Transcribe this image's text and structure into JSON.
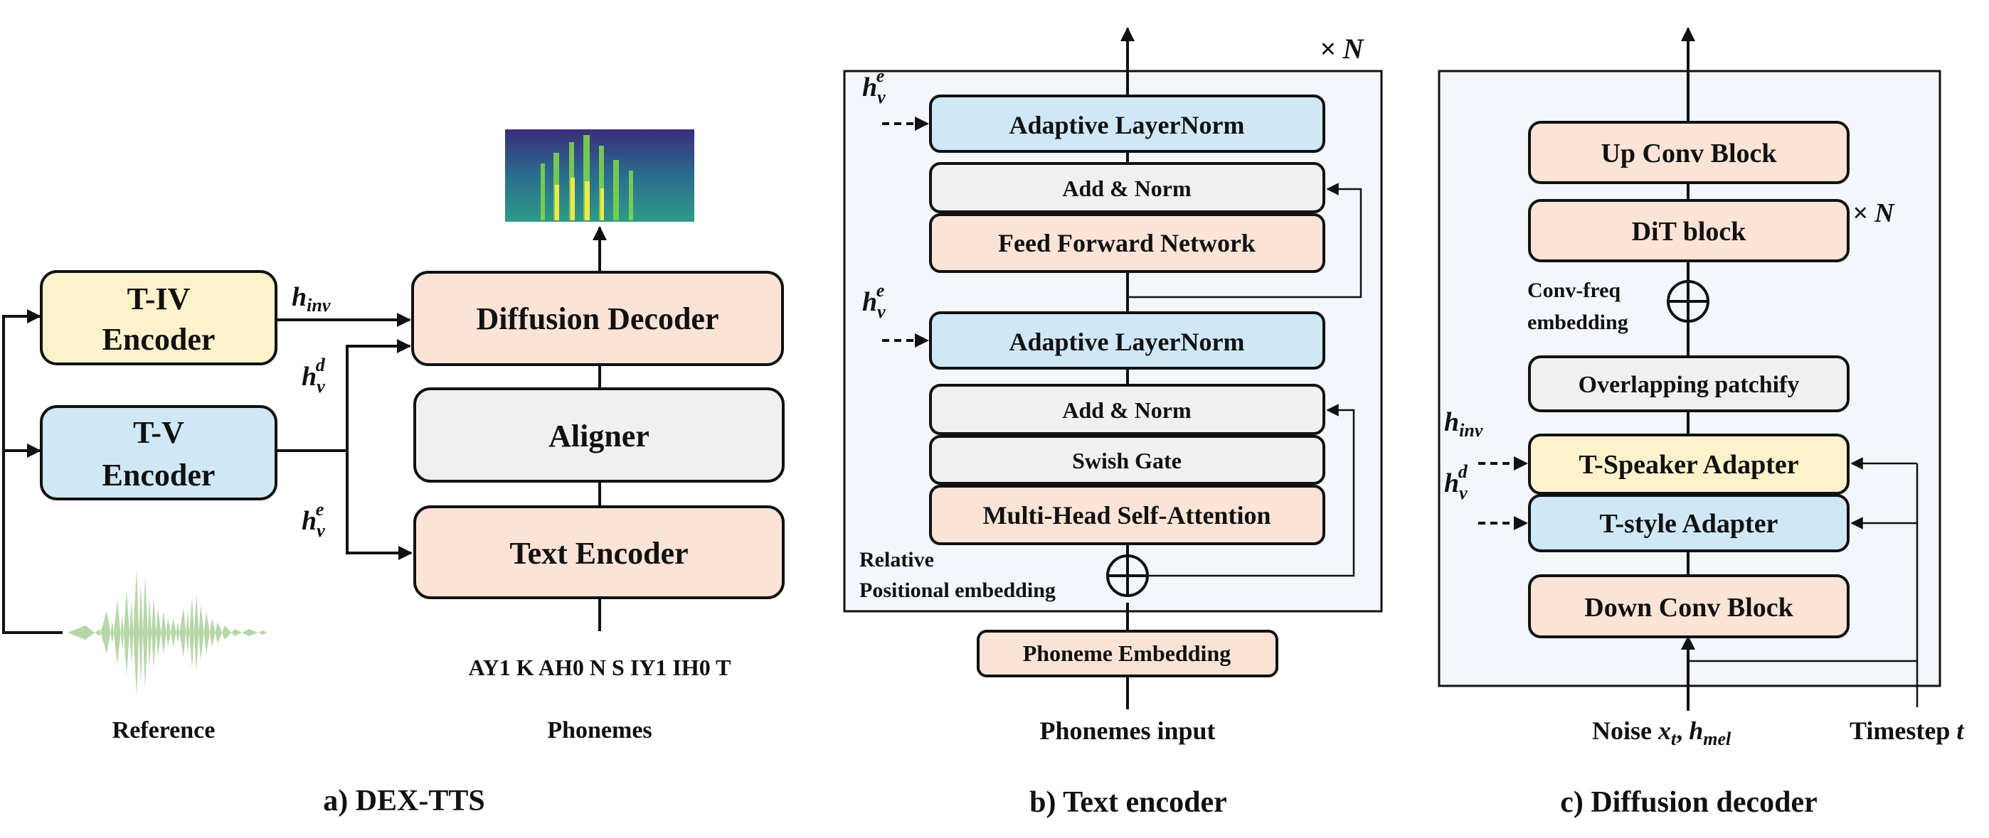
{
  "colors": {
    "peach": "#fbe3d6",
    "yellow": "#fdf2cc",
    "blue": "#cfe8f7",
    "gray": "#f0f0f0",
    "panel": "#f3f6fa",
    "waveform": "#b6d7a8"
  },
  "panel_a": {
    "caption": "a) DEX-TTS",
    "tiv_encoder": [
      "T-IV",
      "Encoder"
    ],
    "tv_encoder": [
      "T-V",
      "Encoder"
    ],
    "diffusion_decoder": "Diffusion Decoder",
    "aligner": "Aligner",
    "text_encoder": "Text Encoder",
    "phoneme_sequence": "AY1 K AH0 N S IY1 IH0 T",
    "reference_label": "Reference",
    "phonemes_label": "Phonemes",
    "h_inv": {
      "base": "h",
      "sub": "inv"
    },
    "h_v_d": {
      "base": "h",
      "sub": "v",
      "sup": "d"
    },
    "h_v_e": {
      "base": "h",
      "sub": "v",
      "sup": "e"
    },
    "spectrogram_icon": "mel-spectrogram-image",
    "waveform_icon": "audio-waveform-image"
  },
  "panel_b": {
    "caption": "b) Text encoder",
    "repeat_label": "× N",
    "adaptive_layernorm_top": "Adaptive LayerNorm",
    "add_norm_top": "Add & Norm",
    "ffn": "Feed Forward Network",
    "adaptive_layernorm_bottom": "Adaptive LayerNorm",
    "add_norm_bottom": "Add & Norm",
    "swish_gate": "Swish Gate",
    "mhsa": "Multi-Head Self-Attention",
    "relpos_line1": "Relative",
    "relpos_line2": "Positional embedding",
    "phoneme_embedding": "Phoneme Embedding",
    "input_label": "Phonemes input",
    "h_v_e": {
      "base": "h",
      "sub": "v",
      "sup": "e"
    }
  },
  "panel_c": {
    "caption": "c) Diffusion decoder",
    "up_conv": "Up Conv Block",
    "dit_block": "DiT block",
    "repeat_label": "× N",
    "conv_freq_line1": "Conv-freq",
    "conv_freq_line2": "embedding",
    "patchify": "Overlapping patchify",
    "speaker_adapter": "T-Speaker Adapter",
    "style_adapter": "T-style Adapter",
    "down_conv": "Down Conv Block",
    "noise_label": {
      "word": "Noise",
      "x": "x",
      "x_sub": "t",
      "h": "h",
      "h_sub": "mel"
    },
    "timestep_label": {
      "word": "Timestep",
      "var": "t"
    },
    "h_inv": {
      "base": "h",
      "sub": "inv"
    },
    "h_v_d": {
      "base": "h",
      "sub": "v",
      "sup": "d"
    }
  }
}
